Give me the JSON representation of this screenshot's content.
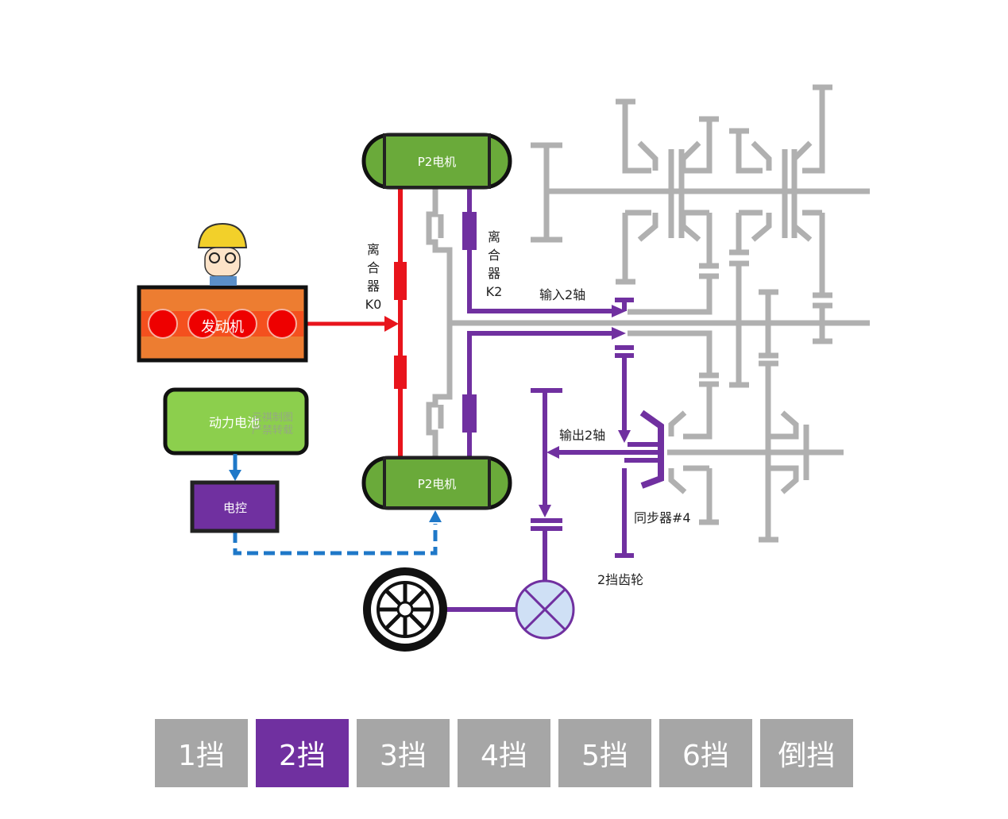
{
  "labels": {
    "motor_top": "P2电机",
    "motor_bottom": "P2电机",
    "engine": "发动机",
    "battery": "动力电池",
    "controller": "电控",
    "clutch_k0": [
      "离",
      "合",
      "器",
      "K0"
    ],
    "clutch_k2": [
      "离",
      "合",
      "器",
      "K2"
    ],
    "input_shaft_2": "输入2轴",
    "output_shaft_2": "输出2轴",
    "synchronizer": "同步器#4",
    "gear_2": "2挡齿轮",
    "watermark": [
      "云祺制图",
      "严禁转载"
    ]
  },
  "colors": {
    "active_path": "#7030a0",
    "engine_path": "#e8141c",
    "inactive": "#b0b0b0",
    "motor": "#6aaa3a",
    "battery": "#8ccf4d",
    "control_link": "#1f78c8",
    "tab_inactive": "#a6a6a6",
    "tab_active": "#7030a0"
  },
  "gear_tabs": {
    "items": [
      "1挡",
      "2挡",
      "3挡",
      "4挡",
      "5挡",
      "6挡",
      "倒挡"
    ],
    "selected": "2挡"
  }
}
